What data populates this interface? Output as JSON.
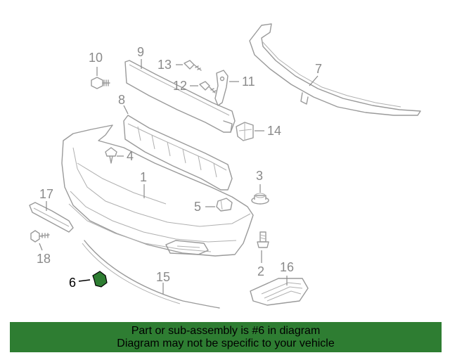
{
  "callouts": {
    "c1": "1",
    "c2": "2",
    "c3": "3",
    "c4": "4",
    "c5": "5",
    "c6": "6",
    "c7": "7",
    "c8": "8",
    "c9": "9",
    "c10": "10",
    "c11": "11",
    "c12": "12",
    "c13": "13",
    "c14": "14",
    "c15": "15",
    "c16": "16",
    "c17": "17",
    "c18": "18"
  },
  "highlight": {
    "part_number": "6",
    "color": "#2e7d32"
  },
  "banner": {
    "line1": "Part or sub-assembly is #6 in diagram",
    "line2": "Diagram may not be specific to your vehicle",
    "background": "#2e7d32"
  }
}
